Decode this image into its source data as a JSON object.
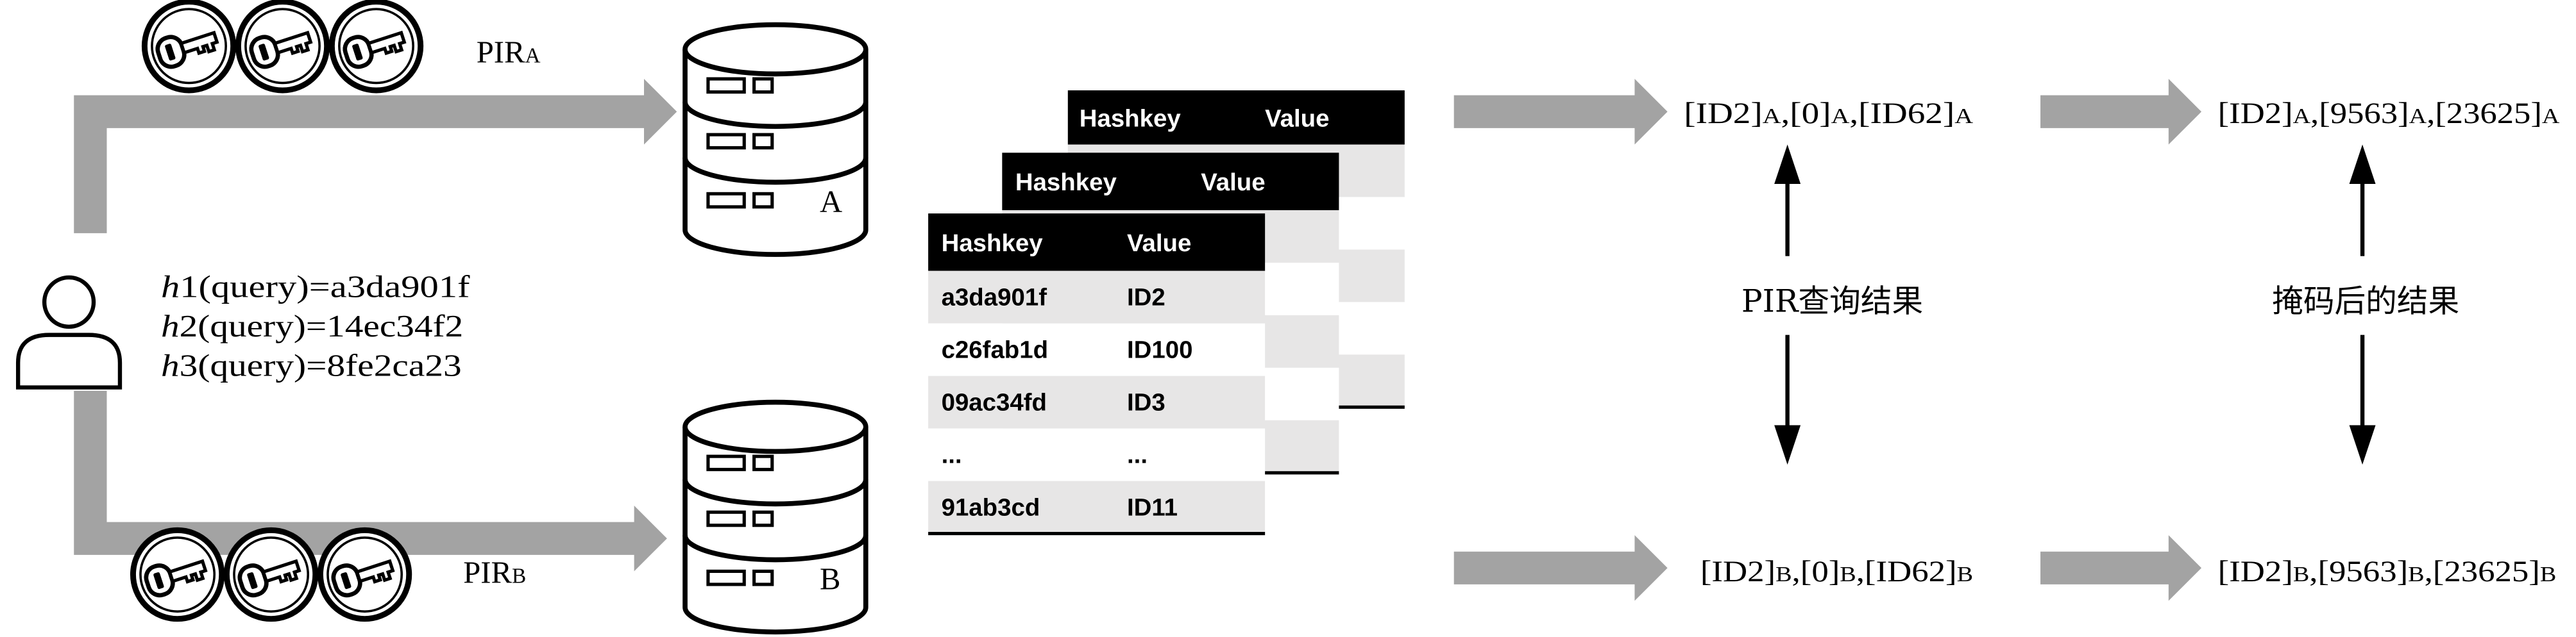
{
  "channels": {
    "a": {
      "label": "PIR",
      "party": "A"
    },
    "b": {
      "label": "PIR",
      "party": "B"
    }
  },
  "queries": [
    {
      "fn": "h",
      "rest": "1(query)=a3da901f"
    },
    {
      "fn": "h",
      "rest": "2(query)=14ec34f2"
    },
    {
      "fn": "h",
      "rest": "3(query)=8fe2ca23"
    }
  ],
  "databases": {
    "a": {
      "label": "A"
    },
    "b": {
      "label": "B"
    }
  },
  "tables": {
    "back": {
      "headers": [
        "Hashkey",
        "Value"
      ]
    },
    "middle": {
      "headers": [
        "Hashkey",
        "Value"
      ]
    },
    "front": {
      "headers": [
        "Hashkey",
        "Value"
      ],
      "rows": [
        {
          "hashkey": "a3da901f",
          "value": "ID2"
        },
        {
          "hashkey": "c26fab1d",
          "value": "ID100"
        },
        {
          "hashkey": "09ac34fd",
          "value": "ID3"
        },
        {
          "hashkey": "...",
          "value": "..."
        },
        {
          "hashkey": "91ab3cd",
          "value": "ID11"
        }
      ]
    }
  },
  "results": {
    "pir_a": [
      {
        "v": "[ID2]",
        "s": "A"
      },
      {
        "v": ",[0]",
        "s": "A"
      },
      {
        "v": ",[ID62]",
        "s": "A"
      }
    ],
    "pir_b": [
      {
        "v": "[ID2]",
        "s": "B"
      },
      {
        "v": ",[0]",
        "s": "B"
      },
      {
        "v": ",[ID62]",
        "s": "B"
      }
    ],
    "masked_a": [
      {
        "v": "[ID2]",
        "s": "A"
      },
      {
        "v": ",[9563]",
        "s": "A"
      },
      {
        "v": ",[23625]",
        "s": "A"
      }
    ],
    "masked_b": [
      {
        "v": "[ID2]",
        "s": "B"
      },
      {
        "v": ",[9563]",
        "s": "B"
      },
      {
        "v": ",[23625]",
        "s": "B"
      }
    ]
  },
  "labels": {
    "pir_query_result": "PIR查询结果",
    "masked_result": "掩码后的结果"
  },
  "icons": {
    "user": "person-icon",
    "key": "key-icon",
    "database": "database-icon"
  },
  "colors": {
    "arrow": "#a3a3a3",
    "table_header": "#000000",
    "row_alt": "#e7e6e6",
    "row_plain": "#ffffff",
    "line": "#000000"
  }
}
